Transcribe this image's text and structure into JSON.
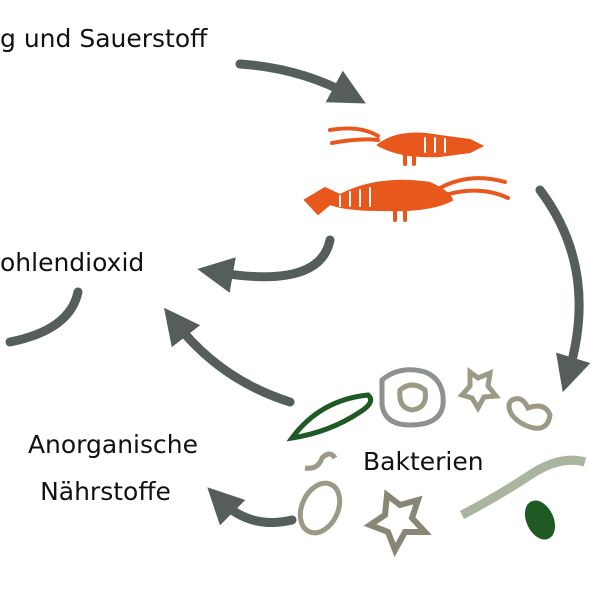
{
  "labels": {
    "oxygen": "g und Sauerstoff",
    "co2": "ohlendioxid",
    "inorganic_line1": "Anorganische",
    "inorganic_line2": "Nährstoffe",
    "bacteria": "Bakterien"
  },
  "colors": {
    "arrow": "#565d5d",
    "shrimp": "#e8581c",
    "bacteria_green": "#1f5a24",
    "bacteria_gray": "#9c9a86",
    "bacteria_brown": "#7a3a1e"
  }
}
